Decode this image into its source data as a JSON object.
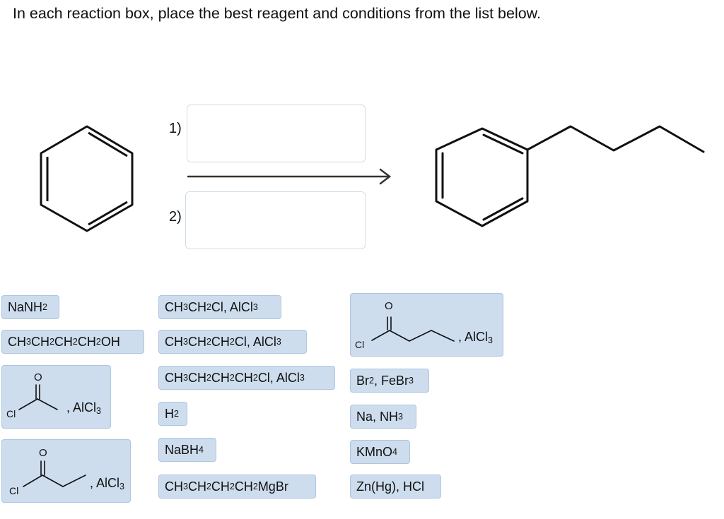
{
  "instruction": "In each reaction box, place the best reagent and conditions from the list below.",
  "reaction": {
    "step1_label": "1)",
    "step2_label": "2)"
  },
  "tiles": {
    "nanh2": [
      "NaNH",
      "2"
    ],
    "butanol": [
      "CH",
      "3",
      "CH",
      "2",
      "CH",
      "2",
      "CH",
      "2",
      "OH"
    ],
    "ethyl_chloride": [
      "CH",
      "3",
      "CH",
      "2",
      "Cl, AlCl",
      "3"
    ],
    "propyl_chloride": [
      "CH",
      "3",
      "CH",
      "2",
      "CH",
      "2",
      "Cl, AlCl",
      "3"
    ],
    "butyl_chloride": [
      "CH",
      "3",
      "CH",
      "2",
      "CH",
      "2",
      "CH",
      "2",
      "Cl, AlCl",
      "3"
    ],
    "h2": [
      "H",
      "2"
    ],
    "nabh4": [
      "NaBH",
      "4"
    ],
    "butyl_grignard": [
      "CH",
      "3",
      "CH",
      "2",
      "CH",
      "2",
      "CH",
      "2",
      "MgBr"
    ],
    "br2_febr3": [
      "Br",
      "2",
      ", FeBr",
      "3"
    ],
    "na_nh3": [
      "Na, NH",
      "3"
    ],
    "kmno4": [
      "KMnO",
      "4"
    ],
    "zn_hg_hcl": [
      "Zn(Hg), HCl"
    ],
    "acetyl_chloride": {
      "cl": "Cl",
      "o": "O",
      "suffix": [
        ", AlCl",
        "3"
      ]
    },
    "propanoyl_chloride": {
      "cl": "Cl",
      "o": "O",
      "suffix": [
        ", AlCl",
        "3"
      ]
    },
    "butanoyl_chloride": {
      "cl": "Cl",
      "o": "O",
      "suffix": [
        ", AlCl",
        "3"
      ]
    }
  }
}
